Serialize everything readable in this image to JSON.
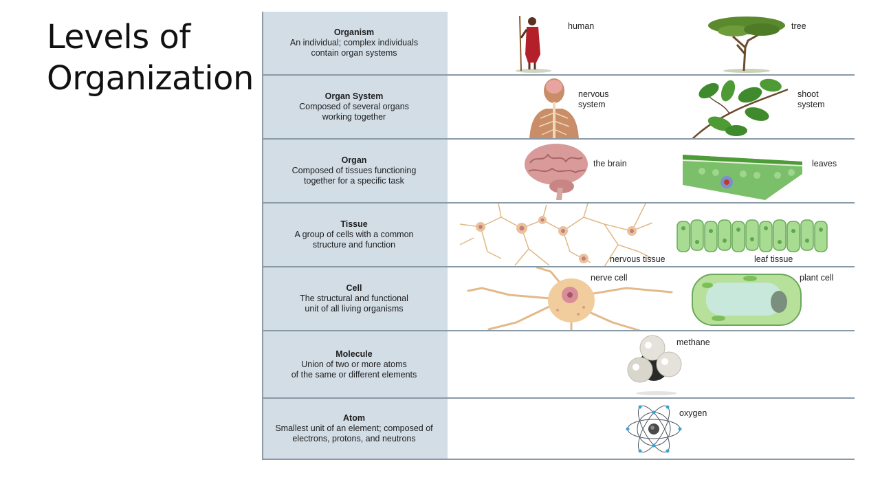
{
  "slide": {
    "title": "Levels of Organization"
  },
  "levels": [
    {
      "name": "Organism",
      "description": "An individual; complex individuals\ncontain organ systems",
      "examples": [
        {
          "label": "human",
          "icon": "human-icon"
        },
        {
          "label": "tree",
          "icon": "tree-icon"
        }
      ]
    },
    {
      "name": "Organ System",
      "description": "Composed of several organs\nworking together",
      "examples": [
        {
          "label": "nervous\nsystem",
          "icon": "nervous-system-icon"
        },
        {
          "label": "shoot\nsystem",
          "icon": "shoot-system-icon"
        }
      ]
    },
    {
      "name": "Organ",
      "description": "Composed of tissues functioning\ntogether for a specific task",
      "examples": [
        {
          "label": "the brain",
          "icon": "brain-icon"
        },
        {
          "label": "leaves",
          "icon": "leaf-cross-section-icon"
        }
      ]
    },
    {
      "name": "Tissue",
      "description": "A group of cells with a common\nstructure and function",
      "examples": [
        {
          "label": "nervous tissue",
          "icon": "nervous-tissue-icon"
        },
        {
          "label": "leaf tissue",
          "icon": "leaf-tissue-icon"
        }
      ]
    },
    {
      "name": "Cell",
      "description": "The structural and functional\nunit of all living organisms",
      "examples": [
        {
          "label": "nerve cell",
          "icon": "nerve-cell-icon"
        },
        {
          "label": "plant cell",
          "icon": "plant-cell-icon"
        }
      ]
    },
    {
      "name": "Molecule",
      "description": "Union of two or more atoms\nof the same or different elements",
      "examples": [
        {
          "label": "methane",
          "icon": "methane-molecule-icon"
        }
      ]
    },
    {
      "name": "Atom",
      "description": "Smallest unit of an element; composed of\nelectrons, protons, and neutrons",
      "examples": [
        {
          "label": "oxygen",
          "icon": "oxygen-atom-icon"
        }
      ]
    }
  ],
  "colors": {
    "panel": "#d3dde6",
    "rule": "#8a99a6"
  }
}
